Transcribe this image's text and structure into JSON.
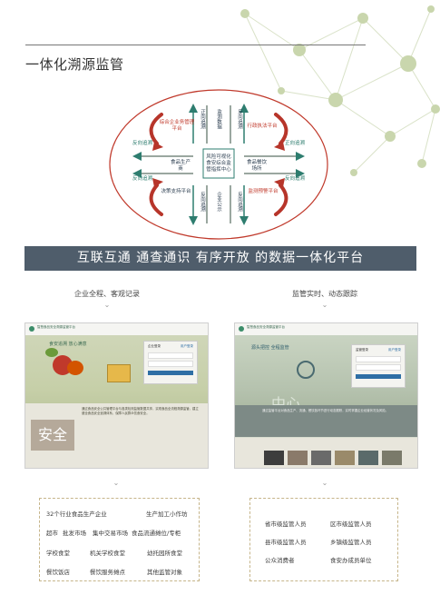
{
  "header": {
    "title": "一体化溯源监管"
  },
  "diagram": {
    "center": [
      "风险可视化",
      "食安综合监",
      "管指挥中心"
    ],
    "nodes": {
      "enterprise_platform": "综合企业务管理平台",
      "law_enforcement": "行政执法平台",
      "food_producer": "食品生产商",
      "catering": "食品餐饮场所",
      "decision_support": "决策支持平台",
      "monitoring": "监测预警平台"
    },
    "vertical_labels": {
      "top_left": "正向追溯",
      "top_center": "监测数据",
      "top_right": "反向追溯",
      "bottom_left": "反向追溯",
      "bottom_center": "企业公示",
      "bottom_right": "反向追溯"
    },
    "horizontal_labels": {
      "left_upper": "反向追溯",
      "left_lower": "反向追溯",
      "right_upper": "正向追溯",
      "right_lower": "反向追溯"
    }
  },
  "banner": {
    "text": "互联互通  通查通识  有序开放 的数据一体化平台"
  },
  "left_panel": {
    "caption": "企业全程、客观记录",
    "chevron": "⌄",
    "screen": {
      "site_title": "智慧食品安全溯源监管平台",
      "slogan": "食安追溯  放心满意",
      "login_title": "企业登录",
      "login_tab": "用户登录",
      "big_word": "安全",
      "paragraph": "通过食品安全公共管理平台与各类检测监管数据共享，实现食品全流程溯源监管，建立健全食品安全追溯体系，保障人民群众饮食安全。"
    }
  },
  "right_panel": {
    "caption": "监管实时、动态跟踪",
    "chevron": "⌄",
    "screen": {
      "site_title": "智慧食品安全溯源监管平台",
      "slogan": "源头把控  全程监管",
      "login_title": "监管登录",
      "login_tab": "用户登录",
      "big_word": "中心",
      "paragraph": "通过监管平台对食品生产、流通、餐饮各环节进行动态跟踪，实时掌握企业经营状况及风险。"
    }
  },
  "bottom_left": {
    "rows": [
      [
        "32个行业食品生产企业",
        "生产加工小作坊"
      ],
      [
        "超市",
        "批发市场",
        "集中交易市场",
        "食品流通摊位/专柜"
      ],
      [
        "学校食堂",
        "机关学校食堂",
        "幼托园所食堂"
      ],
      [
        "餐饮饭店",
        "餐饮服务摊点",
        "其他监管对象"
      ]
    ]
  },
  "bottom_right": {
    "rows": [
      [
        "省市级监管人员",
        "区市级监管人员"
      ],
      [
        "县市级监管人员",
        "乡镇级监管人员"
      ],
      [
        "公众消费者",
        "食安办成员单位"
      ]
    ]
  },
  "colors": {
    "banner_bg": "#4f5d6b",
    "red_arrow": "#b7352a",
    "green_arrow": "#2e7d6f",
    "dashed_border": "#c6b58a"
  }
}
